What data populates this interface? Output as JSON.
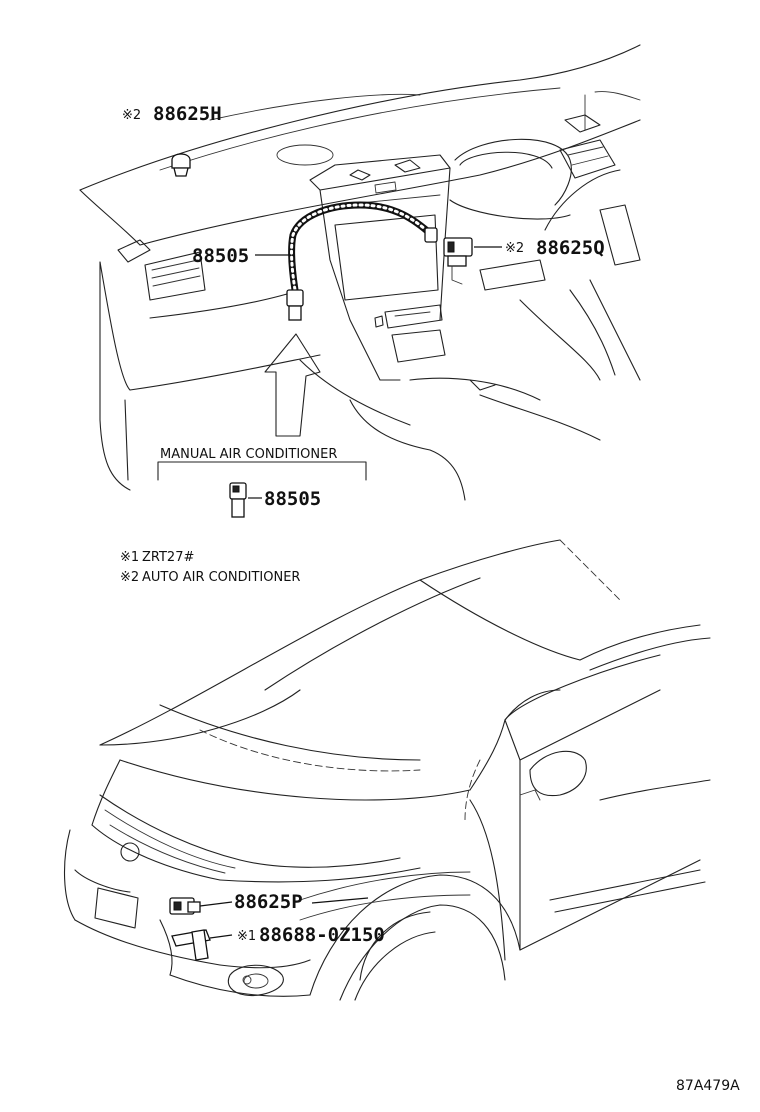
{
  "callouts": {
    "sensor_top": {
      "mark": "※2",
      "part_number": "88625H"
    },
    "harness": {
      "part_number": "88505"
    },
    "sensor_right": {
      "mark": "※2",
      "part_number": "88625Q"
    },
    "manual_ac": {
      "title": "MANUAL AIR CONDITIONER",
      "part_number": "88505"
    },
    "ambient_sensor": {
      "part_number": "88625P"
    },
    "bracket": {
      "mark": "※1",
      "part_number": "88688-0Z150"
    }
  },
  "legend": [
    {
      "mark": "※1",
      "text": "ZRT27#"
    },
    {
      "mark": "※2",
      "text": "AUTO AIR CONDITIONER"
    }
  ],
  "figure_code": "87A479A"
}
